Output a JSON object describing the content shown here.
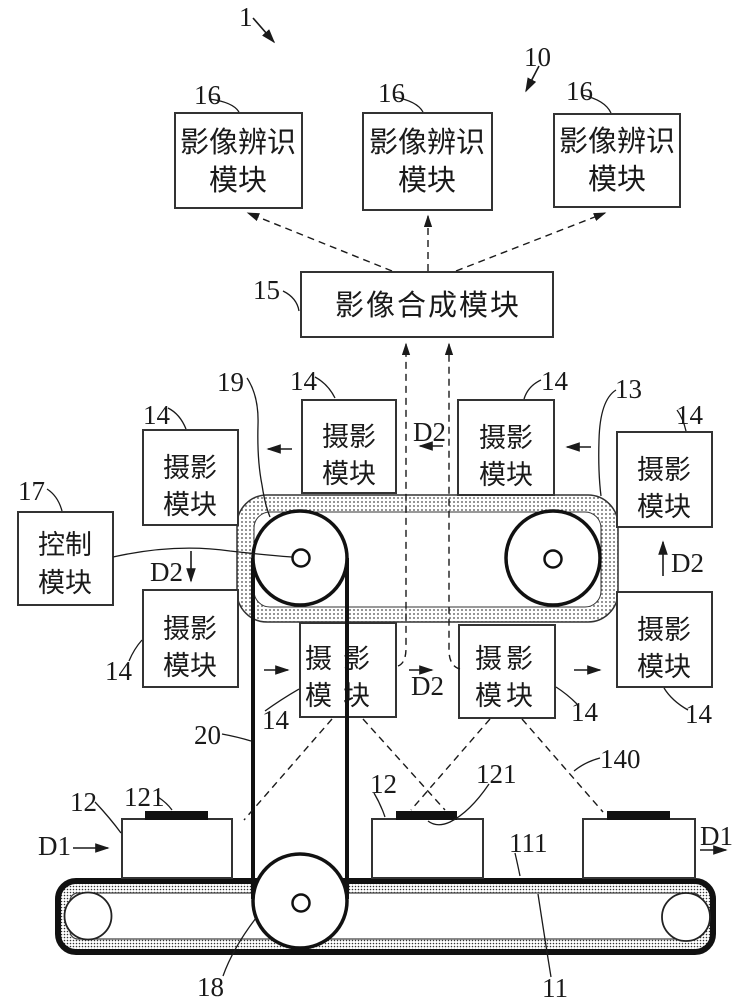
{
  "refs": {
    "r1": "1",
    "r10": "10",
    "r11": "11",
    "r111": "111",
    "r12": "12",
    "r121": "121",
    "r13": "13",
    "r14": "14",
    "r140": "140",
    "r15": "15",
    "r16": "16",
    "r17": "17",
    "r18": "18",
    "r19": "19",
    "r20": "20"
  },
  "directions": {
    "d1": "D1",
    "d2": "D2"
  },
  "modules": {
    "recognition": {
      "line1": "影像辨识",
      "line2": "模块"
    },
    "synthesis": {
      "label": "影像合成模块"
    },
    "camera": {
      "line1": "摄影",
      "line2": "模块"
    },
    "control": {
      "line1": "控制",
      "line2": "模块"
    }
  },
  "colors": {
    "ink": "#1a1a1a",
    "paper": "#ffffff"
  }
}
